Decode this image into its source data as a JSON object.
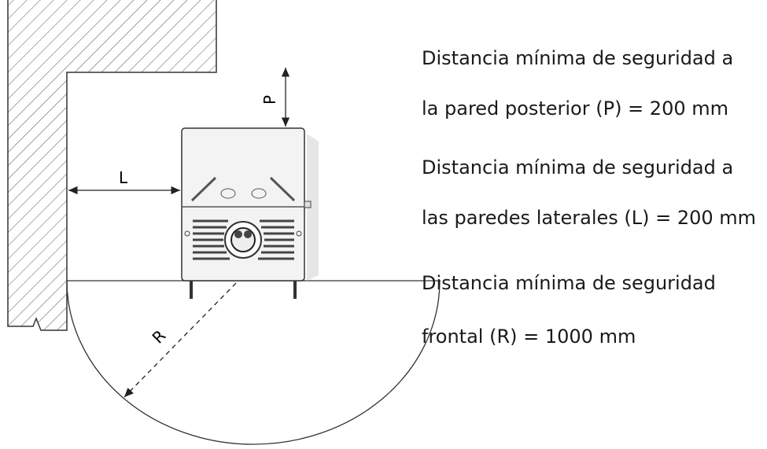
{
  "labels": {
    "p": "P",
    "l": "L",
    "r": "R"
  },
  "text_lines": [
    "Distancia mínima de seguridad a",
    "la pared posterior (P) = 200 mm",
    "Distancia mínima de seguridad a",
    "las paredes laterales (L) = 200 mm",
    "Distancia mínima de seguridad",
    "frontal (R) = 1000 mm"
  ],
  "colors": {
    "line": "#222222",
    "stove_fill": "#f2f2f2"
  }
}
